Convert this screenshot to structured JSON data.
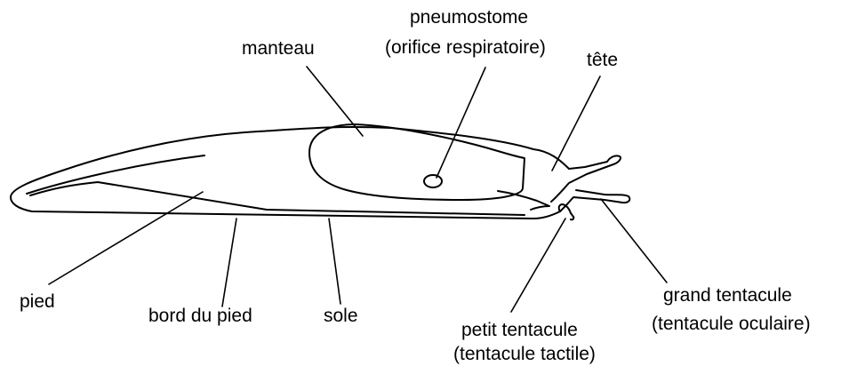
{
  "labels": {
    "manteau": "manteau",
    "pneumostome_line1": "pneumostome",
    "pneumostome_line2": "(orifice respiratoire)",
    "tete": "tête",
    "pied": "pied",
    "bord_du_pied": "bord du pied",
    "sole": "sole",
    "petit_tentacule_line1": "petit tentacule",
    "petit_tentacule_line2": "(tentacule tactile)",
    "grand_tentacule_line1": "grand tentacule",
    "grand_tentacule_line2": "(tentacule oculaire)"
  },
  "colors": {
    "ink": "#000000",
    "background": "#ffffff"
  }
}
